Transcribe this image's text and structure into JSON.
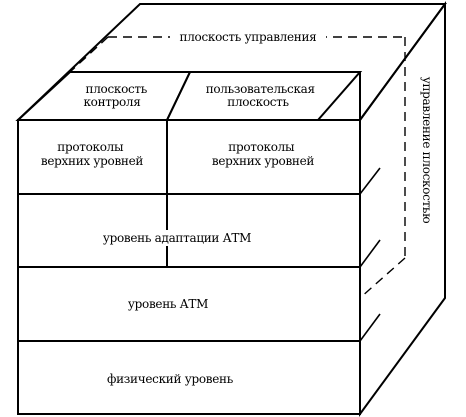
{
  "diagram": {
    "top": {
      "control_plane": "плоскость управления",
      "management_plane": "плоскость контроля",
      "user_plane": "пользовательская плоскость"
    },
    "front": {
      "upper_left": "протоколы верхних уровней",
      "upper_right": "протоколы верхних уровней",
      "aal": "уровень адаптации АТМ",
      "atm": "уровень АТМ",
      "physical": "физический уровень"
    },
    "side": {
      "management": "управление плоскостью"
    }
  }
}
